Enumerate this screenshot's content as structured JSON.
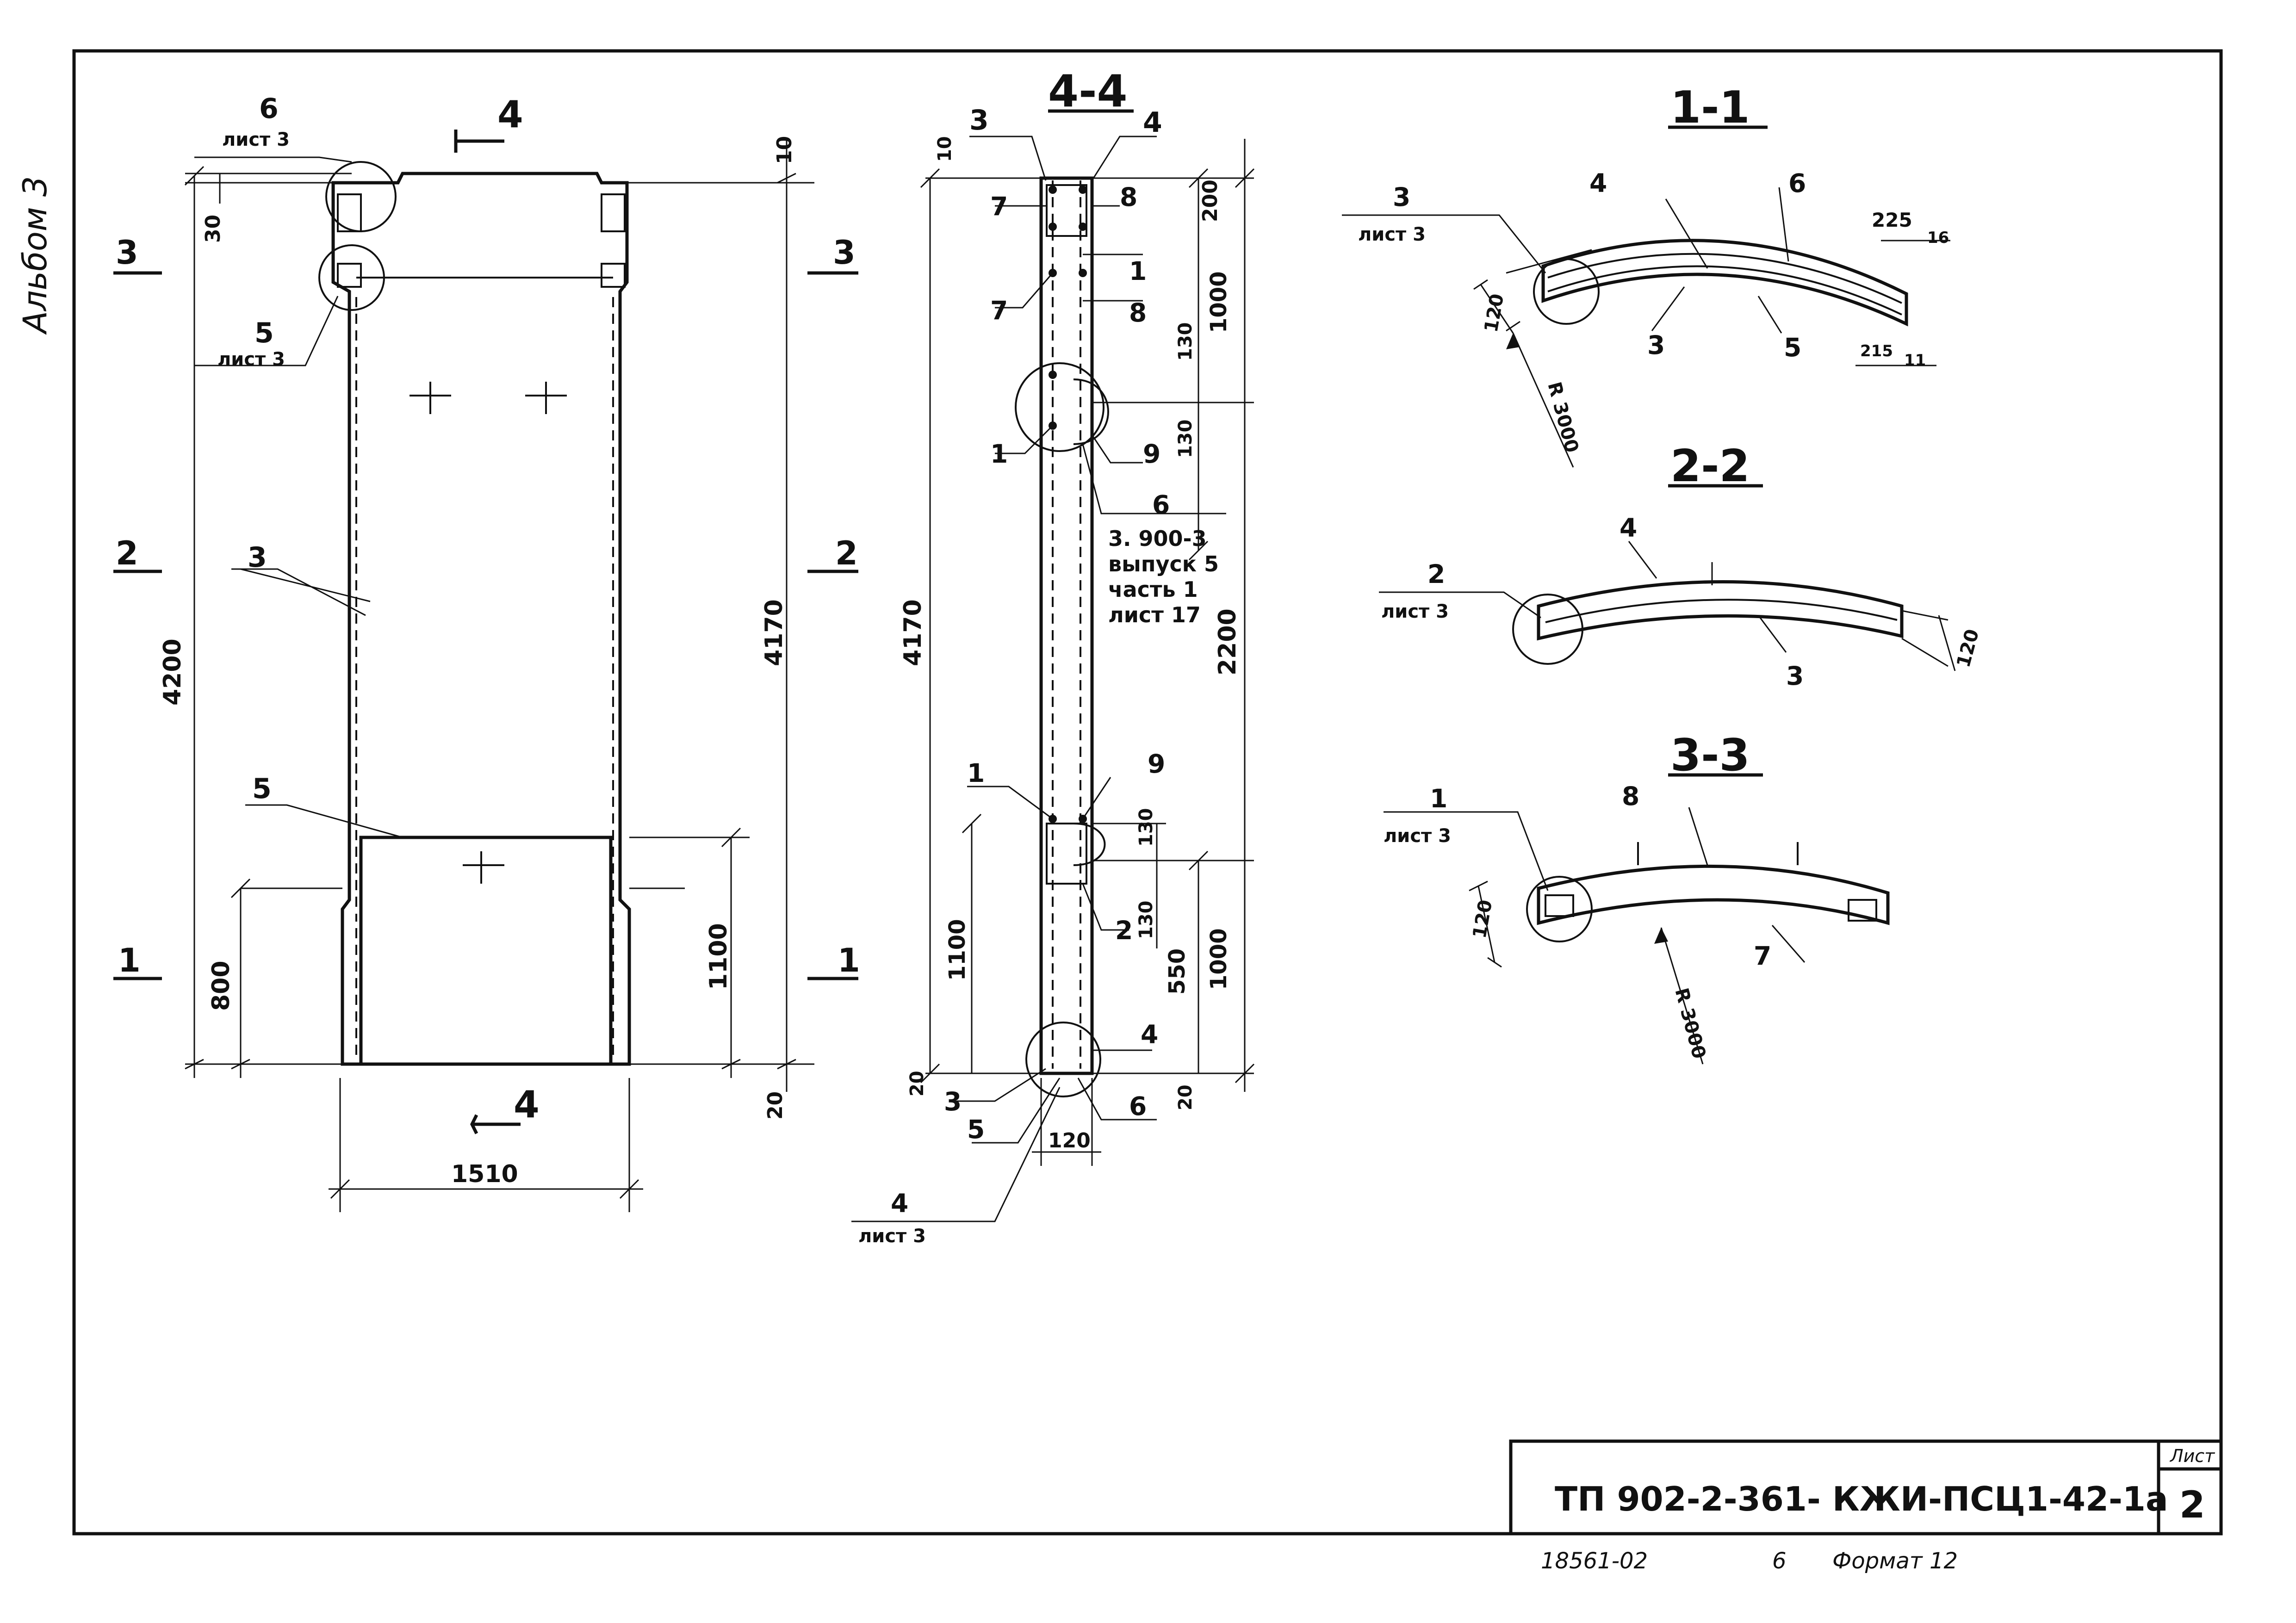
{
  "album": "Альбом 3",
  "stamp": {
    "code": "ТП 902-2-361-  КЖИ-ПСЦ1-42-1а",
    "sheet_label": "Лист",
    "sheet_no": "2"
  },
  "footer": {
    "inv": "18561-02",
    "num": "6",
    "format": "Формат 12"
  },
  "elevation": {
    "callouts": [
      {
        "num": "6",
        "ref": "лист 3"
      },
      {
        "num": "5",
        "ref": "лист 3"
      }
    ],
    "section_marks": [
      "4",
      "4",
      "3",
      "3",
      "2",
      "2",
      "1",
      "1"
    ],
    "part_labels": [
      "3",
      "5"
    ],
    "dims": [
      "10",
      "30",
      "4200",
      "4170",
      "1100",
      "800",
      "20",
      "1510"
    ]
  },
  "section44": {
    "title": "4-4",
    "labels": [
      "3",
      "4",
      "7",
      "8",
      "1",
      "8",
      "7",
      "1",
      "9",
      "6",
      "1",
      "9",
      "2",
      "4",
      "3",
      "5",
      "6"
    ],
    "dims": [
      "10",
      "200",
      "1000",
      "130",
      "130",
      "2200",
      "4170",
      "130",
      "130",
      "1100",
      "550",
      "1000",
      "20",
      "20",
      "120"
    ],
    "note": [
      "3. 900-3",
      "выпуск 5",
      "часть 1",
      "лист 17"
    ],
    "callout": {
      "num": "4",
      "ref": "лист 3"
    }
  },
  "section11": {
    "title": "1-1",
    "callout": {
      "num": "3",
      "ref": "лист 3"
    },
    "labels": [
      "4",
      "6",
      "3",
      "5"
    ],
    "dims": [
      "225",
      "16",
      "120",
      "215",
      "11"
    ],
    "radius": "R 3000"
  },
  "section22": {
    "title": "2-2",
    "callout": {
      "num": "2",
      "ref": "лист 3"
    },
    "labels": [
      "4",
      "3"
    ],
    "dims": [
      "120"
    ]
  },
  "section33": {
    "title": "3-3",
    "callout": {
      "num": "1",
      "ref": "лист 3"
    },
    "labels": [
      "8",
      "7"
    ],
    "dims": [
      "120"
    ],
    "radius": "R 3000"
  }
}
